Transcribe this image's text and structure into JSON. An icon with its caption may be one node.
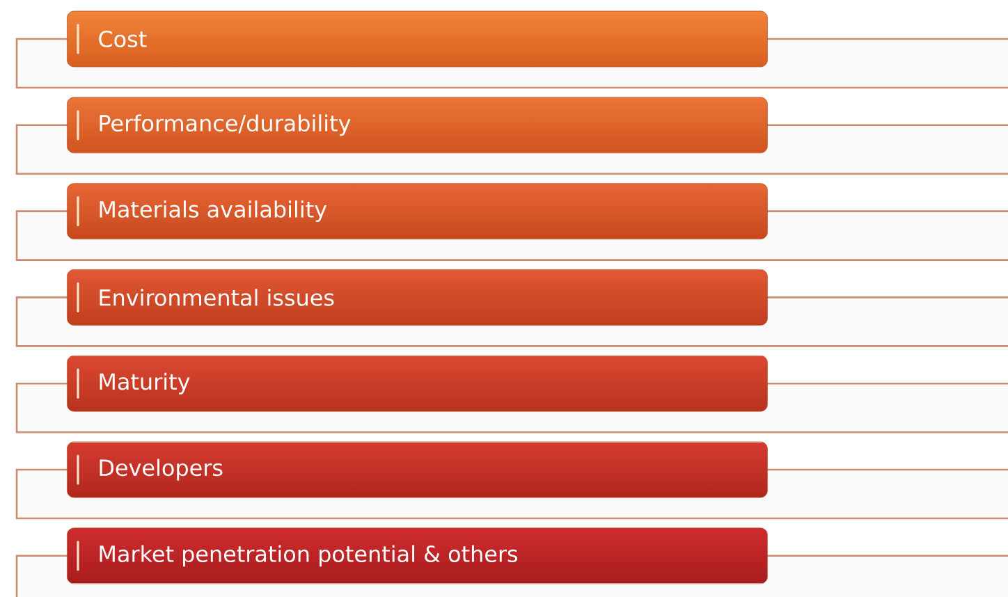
{
  "diagram": {
    "nodes": [
      {
        "text": [
          "Cost"
        ]
      },
      {
        "text": [
          "Performance/durability"
        ]
      },
      {
        "text": [
          "Materials availability"
        ]
      },
      {
        "text": [
          "Environmental issues"
        ]
      },
      {
        "text": [
          "Maturity"
        ]
      },
      {
        "text": [
          "Developers"
        ]
      },
      {
        "text": [
          "Market penetration potential & others"
        ]
      }
    ]
  }
}
